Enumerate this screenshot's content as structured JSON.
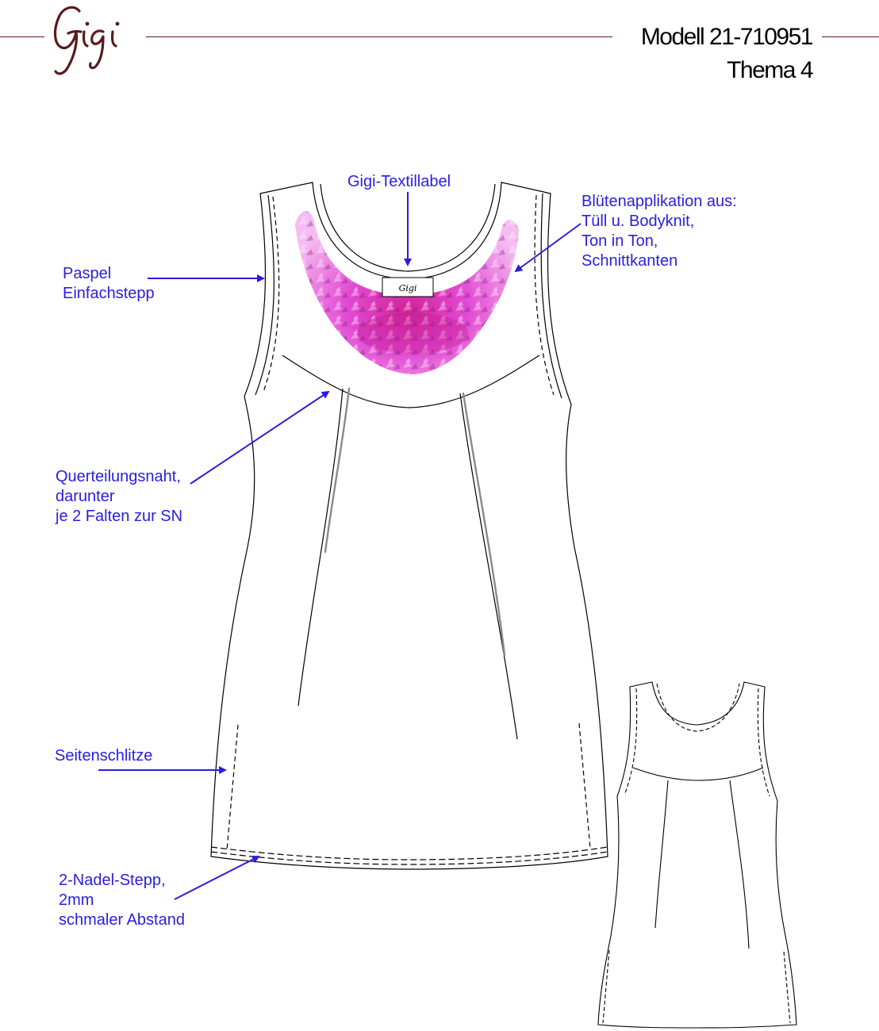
{
  "brand": {
    "logo_name": "gigi-logo",
    "logo_color": "#5a1a1a"
  },
  "header": {
    "model": "Modell 21-710951",
    "theme": "Thema 4"
  },
  "colors": {
    "callout": "#2a1de0",
    "line_art": "#000000",
    "pleat": "#8a8a8a",
    "flower_primary": "#e040d0",
    "flower_accent": "#8a2080"
  },
  "callouts": {
    "textillabel": [
      "Gigi-Textillabel"
    ],
    "bluetenapplikation": [
      "Blütenapplikation   aus:",
      "Tüll   u.   Bodyknit,",
      "Ton   in   Ton,",
      "Schnittkanten"
    ],
    "paspel": [
      "Paspel",
      "Einfachstepp"
    ],
    "querteilungsnaht": [
      "Querteilungsnaht,",
      "darunter",
      "je   2   Falten   zur   SN"
    ],
    "seitenschlitze": [
      "Seitenschlitze"
    ],
    "nadelstepp": [
      "2-Nadel-Stepp,",
      "2mm",
      "schmaler   Abstand"
    ]
  },
  "label_tag": {
    "text": "Gigi"
  }
}
